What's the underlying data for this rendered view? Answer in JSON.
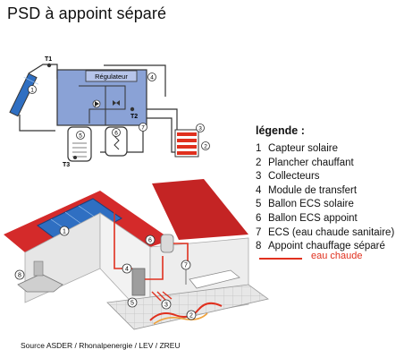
{
  "title": "PSD à appoint séparé",
  "schematic": {
    "regulator_label": "Régulateur",
    "sensors": [
      "T1",
      "T2",
      "T3"
    ],
    "badges": [
      "1",
      "4",
      "5",
      "6",
      "7",
      "3",
      "2"
    ]
  },
  "house": {
    "badges": [
      "1",
      "8",
      "6",
      "4",
      "7",
      "5",
      "3",
      "2"
    ]
  },
  "legend": {
    "title": "légende :",
    "items": [
      {
        "num": "1",
        "label": "Capteur solaire"
      },
      {
        "num": "2",
        "label": "Plancher chauffant"
      },
      {
        "num": "3",
        "label": "Collecteurs"
      },
      {
        "num": "4",
        "label": "Module de transfert"
      },
      {
        "num": "5",
        "label": "Ballon ECS solaire"
      },
      {
        "num": "6",
        "label": "Ballon ECS appoint"
      },
      {
        "num": "7",
        "label": "ECS (eau chaude sanitaire)"
      },
      {
        "num": "8",
        "label": "Appoint chauffage séparé"
      }
    ],
    "hot_water_label": "eau chaude"
  },
  "source": "Source ASDER / Rhonalpenergie / LEV / ZREU",
  "colors": {
    "pipe_red": "#e0301e",
    "roof_red": "#d42a2a",
    "module_blue": "#8aa2d6",
    "solar_blue": "#2f6fc2"
  }
}
